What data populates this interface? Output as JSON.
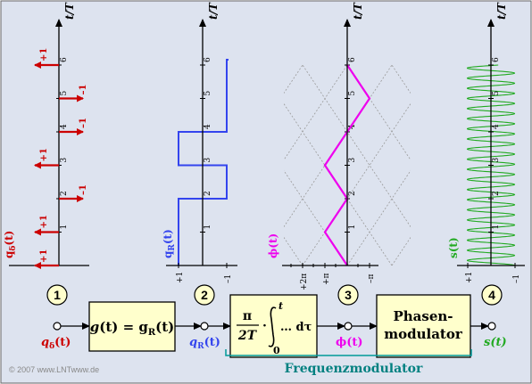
{
  "colors": {
    "background": "#dde3ef",
    "q": "#cc0000",
    "qr": "#3344ee",
    "phi": "#ee00ee",
    "s": "#22aa22",
    "box": "#ffffcc",
    "node": "#ffffcc",
    "bracket": "#009999",
    "freq": "#008080",
    "copyright": "#888888"
  },
  "axis_label": "t/T",
  "ticks": [
    "1",
    "2",
    "3",
    "4",
    "5",
    "6"
  ],
  "panels": {
    "q": {
      "label": "qδ(t)",
      "label_main": "q",
      "label_sub": "δ",
      "label_arg": "(t)",
      "bottom_left": "+1",
      "pulses": [
        {
          "t": 0,
          "value": 1,
          "label": "+1"
        },
        {
          "t": 1,
          "value": 1,
          "label": "+1"
        },
        {
          "t": 2,
          "value": -1,
          "label": "–1"
        },
        {
          "t": 3,
          "value": 1,
          "label": "+1"
        },
        {
          "t": 4,
          "value": -1,
          "label": "–1"
        },
        {
          "t": 5,
          "value": -1,
          "label": "–1"
        },
        {
          "t": 6,
          "value": 1,
          "label": "+1"
        }
      ]
    },
    "qr": {
      "label_main": "q",
      "label_sub": "R",
      "label_arg": "(t)",
      "amp_labels": [
        "+1",
        "–1"
      ],
      "values": [
        1,
        1,
        -1,
        1,
        -1,
        -1
      ]
    },
    "phi": {
      "label": "ϕ(t)",
      "amp_labels": [
        "+2π",
        "+π",
        "–π"
      ],
      "path": [
        0,
        1,
        0,
        1,
        0,
        -1,
        0
      ]
    },
    "s": {
      "label": "s(t)",
      "amp_labels": [
        "+1",
        "–1"
      ],
      "cycles_per_T": 3.3
    }
  },
  "nodes": {
    "n1": "1",
    "n2": "2",
    "n3": "3",
    "n4": "4"
  },
  "blocks": {
    "g": {
      "text_g": "g",
      "text_eq": "(t) = g",
      "text_sub": "R",
      "text_end": "(t)"
    },
    "integrator": {
      "num": "π",
      "den": "2T",
      "dot": "·",
      "upper": "t",
      "lower": "0",
      "tail": "… dτ"
    },
    "modulator": {
      "line1": "Phasen-",
      "line2": "modulator"
    }
  },
  "signals": {
    "q": {
      "main": "q",
      "sub": "δ",
      "arg": "(t)"
    },
    "qr": {
      "main": "q",
      "sub": "R",
      "arg": "(t)"
    },
    "phi": "ϕ(t)",
    "s": "s(t)"
  },
  "freq_label": "Frequenzmodulator",
  "copyright": "© 2007 www.LNTwww.de"
}
